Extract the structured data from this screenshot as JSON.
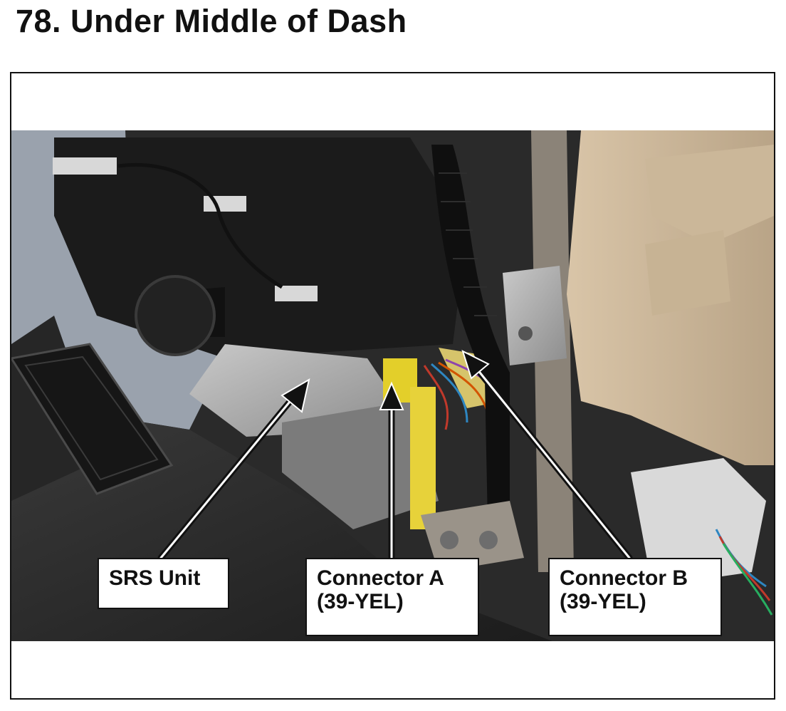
{
  "page": {
    "title": "78.  Under Middle of Dash"
  },
  "figure": {
    "callouts": {
      "srs_unit": {
        "line1": "SRS Unit"
      },
      "connector_a": {
        "line1": "Connector A",
        "line2": "(39-YEL)"
      },
      "connector_b": {
        "line1": "Connector B",
        "line2": "(39-YEL)"
      }
    }
  }
}
